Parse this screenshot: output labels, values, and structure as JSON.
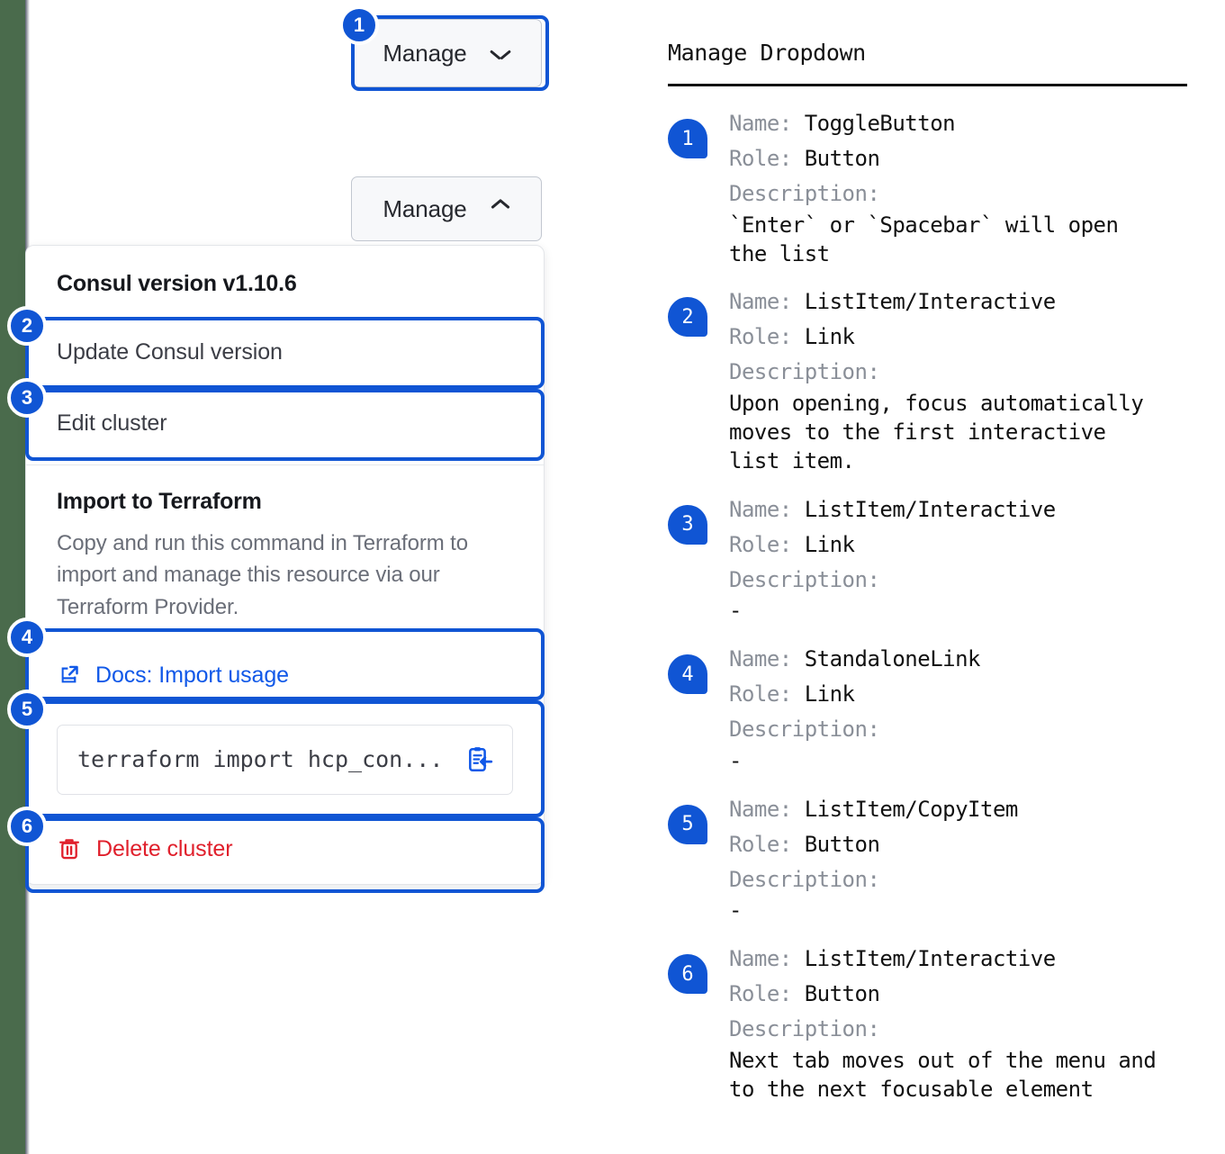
{
  "edge": {
    "stripe_color": "#4a6b4c"
  },
  "accent": {
    "blue": "#1055d4",
    "link_blue": "#1058e8",
    "danger_red": "#e0202c"
  },
  "left": {
    "toggle_collapsed": {
      "label": "Manage",
      "icon": "chevron-down-icon"
    },
    "toggle_expanded": {
      "label": "Manage",
      "icon": "chevron-up-icon"
    },
    "dropdown": {
      "version_heading": "Consul version v1.10.6",
      "update_item": "Update Consul version",
      "edit_item": "Edit cluster",
      "terraform_title": "Import to Terraform",
      "terraform_desc": "Copy and run this command in Terraform to import and manage this resource via our Terraform Provider.",
      "docs_link": "Docs: Import usage",
      "docs_icon": "docs-external-link-icon",
      "command_value": "terraform import hcp_con...",
      "copy_icon": "copy-to-clipboard-icon",
      "delete_item": "Delete cluster",
      "delete_icon": "trash-icon"
    },
    "markers": [
      "1",
      "2",
      "3",
      "4",
      "5",
      "6"
    ]
  },
  "right": {
    "title": "Manage Dropdown",
    "labels": {
      "name": "Name:",
      "role": "Role:",
      "description": "Description:"
    },
    "entries": [
      {
        "num": "1",
        "name": "ToggleButton",
        "role": "Button",
        "description": "`Enter` or `Spacebar` will open\nthe list"
      },
      {
        "num": "2",
        "name": "ListItem/Interactive",
        "role": "Link",
        "description": "Upon opening, focus automatically\nmoves to the first interactive\nlist item."
      },
      {
        "num": "3",
        "name": "ListItem/Interactive",
        "role": "Link",
        "description": "-"
      },
      {
        "num": "4",
        "name": "StandaloneLink",
        "role": "Link",
        "description": "-"
      },
      {
        "num": "5",
        "name": "ListItem/CopyItem",
        "role": "Button",
        "description": "-"
      },
      {
        "num": "6",
        "name": "ListItem/Interactive",
        "role": "Button",
        "description": "Next tab moves out of the menu and\nto the next focusable element"
      }
    ]
  }
}
